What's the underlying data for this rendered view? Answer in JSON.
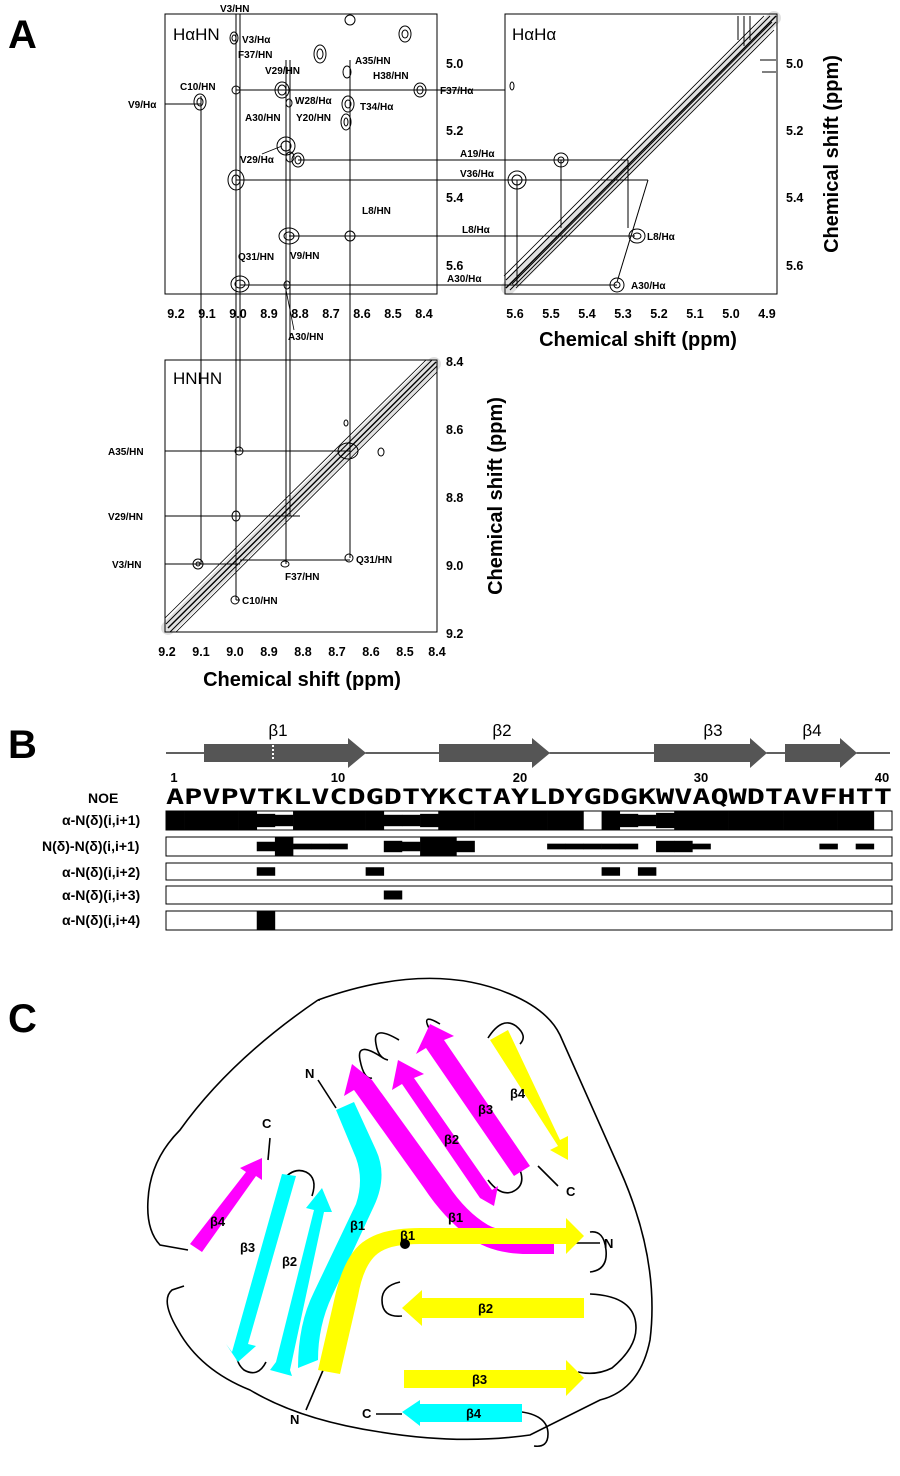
{
  "panels": {
    "a": "A",
    "b": "B",
    "c": "C"
  },
  "axis_title": "Chemical shift (ppm)",
  "halpha_hn": {
    "title": "HαHN",
    "xticks": [
      "9.2",
      "9.1",
      "9.0",
      "8.9",
      "8.8",
      "8.7",
      "8.6",
      "8.5",
      "8.4"
    ],
    "yticks": [
      "5.0",
      "5.2",
      "5.4",
      "5.6"
    ],
    "labels": [
      "V3/HN",
      "V3/Hα",
      "F37/HN",
      "V29/HN",
      "A35/HN",
      "H38/HN",
      "F37/Hα",
      "C10/HN",
      "W28/Hα",
      "V9/Hα",
      "T34/Hα",
      "Y20/HN",
      "A30/HN",
      "V29/Hα",
      "L8/HN",
      "Q31/HN",
      "V9/HN",
      "A30/HN"
    ]
  },
  "halpha_halpha": {
    "title": "HαHα",
    "xticks": [
      "5.6",
      "5.5",
      "5.4",
      "5.3",
      "5.2",
      "5.1",
      "5.0",
      "4.9"
    ],
    "yticks": [
      "5.0",
      "5.2",
      "5.4",
      "5.6"
    ],
    "labels": [
      "A19/Hα",
      "V36/Hα",
      "L8/Hα",
      "L8/Hα",
      "A30/Hα",
      "A30/Hα"
    ]
  },
  "hn_hn": {
    "title": "HNHN",
    "xticks": [
      "9.2",
      "9.1",
      "9.0",
      "8.9",
      "8.8",
      "8.7",
      "8.6",
      "8.5",
      "8.4"
    ],
    "yticks": [
      "8.4",
      "8.6",
      "8.8",
      "9.0",
      "9.2"
    ],
    "labels": [
      "A35/HN",
      "V29/HN",
      "V3/HN",
      "F37/HN",
      "Q31/HN",
      "C10/HN"
    ]
  },
  "noe": {
    "strands": [
      "β1",
      "β2",
      "β3",
      "β4"
    ],
    "numbers": [
      "1",
      "10",
      "20",
      "30",
      "40"
    ],
    "header": "NOE",
    "sequence": "APVPVTKLVCDGDTYKCTAYLDYGDGKWVAQWDTAVFHTT",
    "rows": [
      {
        "label": "α-N(δ)(i,i+1)",
        "levels": [
          1,
          1,
          1,
          1,
          1,
          0.7,
          0.6,
          1,
          1,
          1,
          1,
          1,
          0.6,
          0.6,
          0.7,
          1,
          1,
          1,
          1,
          1,
          1,
          1,
          1,
          0,
          1,
          0.7,
          0.6,
          0.8,
          1,
          1,
          1,
          1,
          1,
          1,
          1,
          1,
          1,
          1,
          1,
          0
        ]
      },
      {
        "label": "N(δ)-N(δ)(i,i+1)",
        "levels": [
          0,
          0,
          0,
          0,
          0,
          0.5,
          1,
          0.3,
          0.3,
          0.3,
          0,
          0,
          0.6,
          0.5,
          1,
          1,
          0.6,
          0,
          0,
          0,
          0,
          0.3,
          0.3,
          0.3,
          0.3,
          0.3,
          0,
          0.6,
          0.6,
          0.3,
          0,
          0,
          0,
          0,
          0,
          0,
          0.3,
          0,
          0.3,
          0
        ]
      },
      {
        "label": "α-N(δ)(i,i+2)",
        "levels": [
          0,
          0,
          0,
          0,
          0,
          0.5,
          0,
          0,
          0,
          0,
          0,
          0.5,
          0,
          0,
          0,
          0,
          0,
          0,
          0,
          0,
          0,
          0,
          0,
          0,
          0.5,
          0,
          0.5,
          0,
          0,
          0,
          0,
          0,
          0,
          0,
          0,
          0,
          0,
          0,
          0,
          0
        ]
      },
      {
        "label": "α-N(δ)(i,i+3)",
        "levels": [
          0,
          0,
          0,
          0,
          0,
          0,
          0,
          0,
          0,
          0,
          0,
          0,
          0.5,
          0,
          0,
          0,
          0,
          0,
          0,
          0,
          0,
          0,
          0,
          0,
          0,
          0,
          0,
          0,
          0,
          0,
          0,
          0,
          0,
          0,
          0,
          0,
          0,
          0,
          0,
          0
        ]
      },
      {
        "label": "α-N(δ)(i,i+4)",
        "levels": [
          0,
          0,
          0,
          0,
          0,
          1,
          0,
          0,
          0,
          0,
          0,
          0,
          0,
          0,
          0,
          0,
          0,
          0,
          0,
          0,
          0,
          0,
          0,
          0,
          0,
          0,
          0,
          0,
          0,
          0,
          0,
          0,
          0,
          0,
          0,
          0,
          0,
          0,
          0,
          0
        ]
      }
    ]
  },
  "topology": {
    "colors": {
      "magenta": "#ff00ff",
      "cyan": "#00ffff",
      "yellow": "#ffff00"
    },
    "strand_labels": [
      "β1",
      "β2",
      "β3",
      "β4"
    ],
    "termini": [
      "N",
      "C"
    ]
  }
}
